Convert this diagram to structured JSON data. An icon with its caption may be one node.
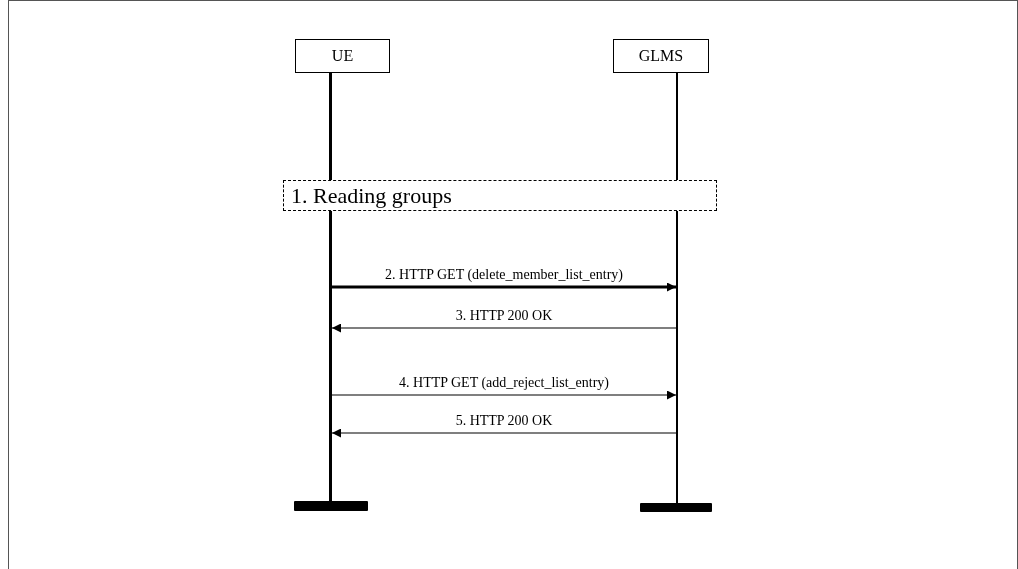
{
  "diagram": {
    "nodes": [
      {
        "text": [
          "UE"
        ]
      },
      {
        "text": [
          "GLMS"
        ]
      },
      {
        "text": [
          "1. Reading groups"
        ]
      },
      {
        "text": [],
        "shape": "line"
      },
      {
        "text": [],
        "shape": "line"
      },
      {
        "text": [],
        "shape": "bar"
      },
      {
        "text": [],
        "shape": "bar"
      }
    ],
    "edges": [
      {
        "from": 3,
        "to": 4,
        "arrow": "to",
        "label": "2. HTTP GET (delete_member_list_entry)",
        "style": "thick"
      },
      {
        "from": 4,
        "to": 3,
        "arrow": "to",
        "label": "3. HTTP 200 OK"
      },
      {
        "from": 3,
        "to": 4,
        "arrow": "to",
        "label": "4. HTTP GET (add_reject_list_entry)"
      },
      {
        "from": 4,
        "to": 3,
        "arrow": "to",
        "label": "5. HTTP 200 OK"
      }
    ]
  }
}
